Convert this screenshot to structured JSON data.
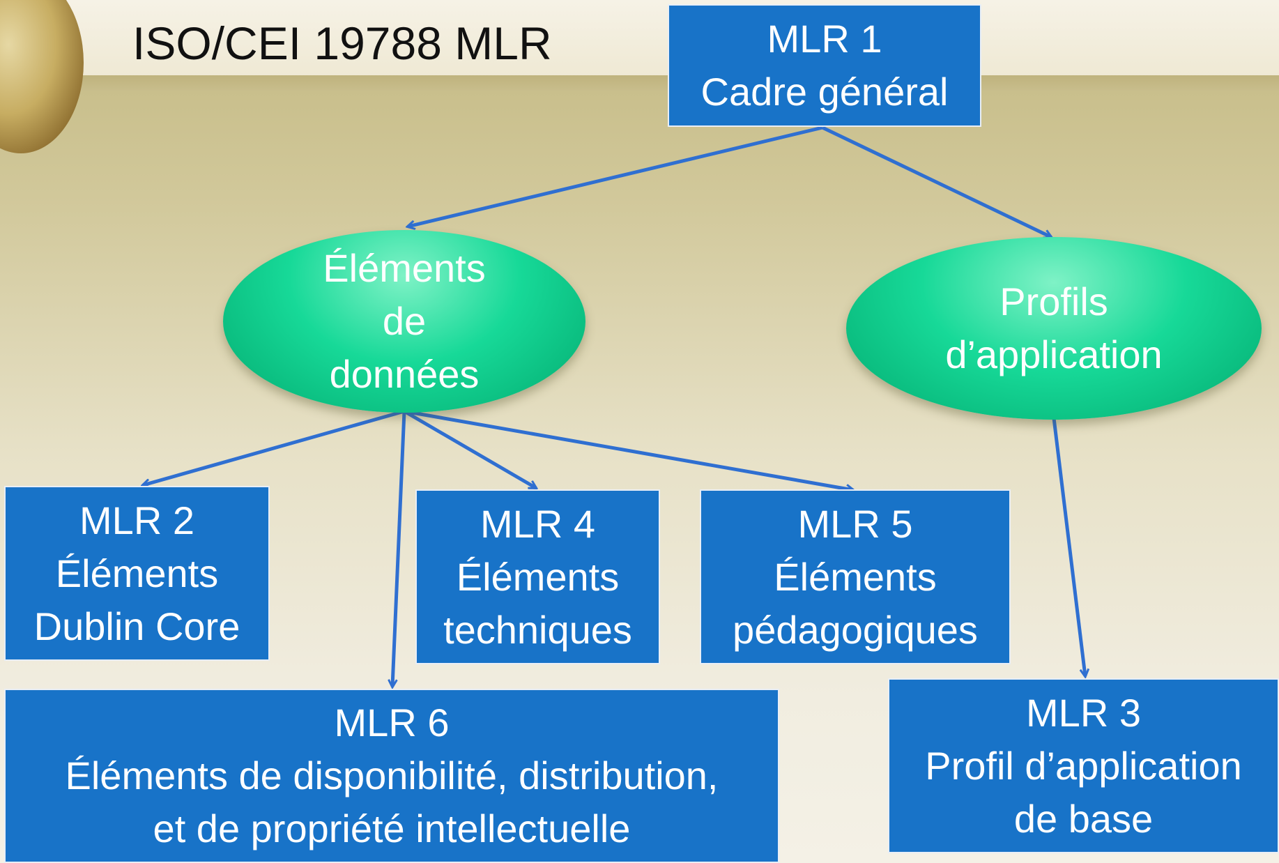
{
  "title": "ISO/CEI 19788 MLR",
  "nodes": {
    "mlr1": {
      "lines": [
        "MLR 1",
        "Cadre général"
      ]
    },
    "elements": {
      "lines": [
        "Éléments",
        "de",
        "données"
      ]
    },
    "profils": {
      "lines": [
        "Profils",
        "d’application"
      ]
    },
    "mlr2": {
      "lines": [
        "MLR 2",
        "Éléments",
        "Dublin Core"
      ]
    },
    "mlr4": {
      "lines": [
        "MLR 4",
        "Éléments",
        "techniques"
      ]
    },
    "mlr5": {
      "lines": [
        "MLR 5",
        "Éléments",
        "pédagogiques"
      ]
    },
    "mlr6": {
      "lines": [
        "MLR 6",
        "Éléments de disponibilité, distribution,",
        "et de propriété intellectuelle"
      ]
    },
    "mlr3": {
      "lines": [
        "MLR 3",
        "Profil d’application",
        "de base"
      ]
    }
  },
  "colors": {
    "box_fill": "#1873c8",
    "ellipse_fill": "#17d998",
    "arrow": "#2f6fd1"
  }
}
